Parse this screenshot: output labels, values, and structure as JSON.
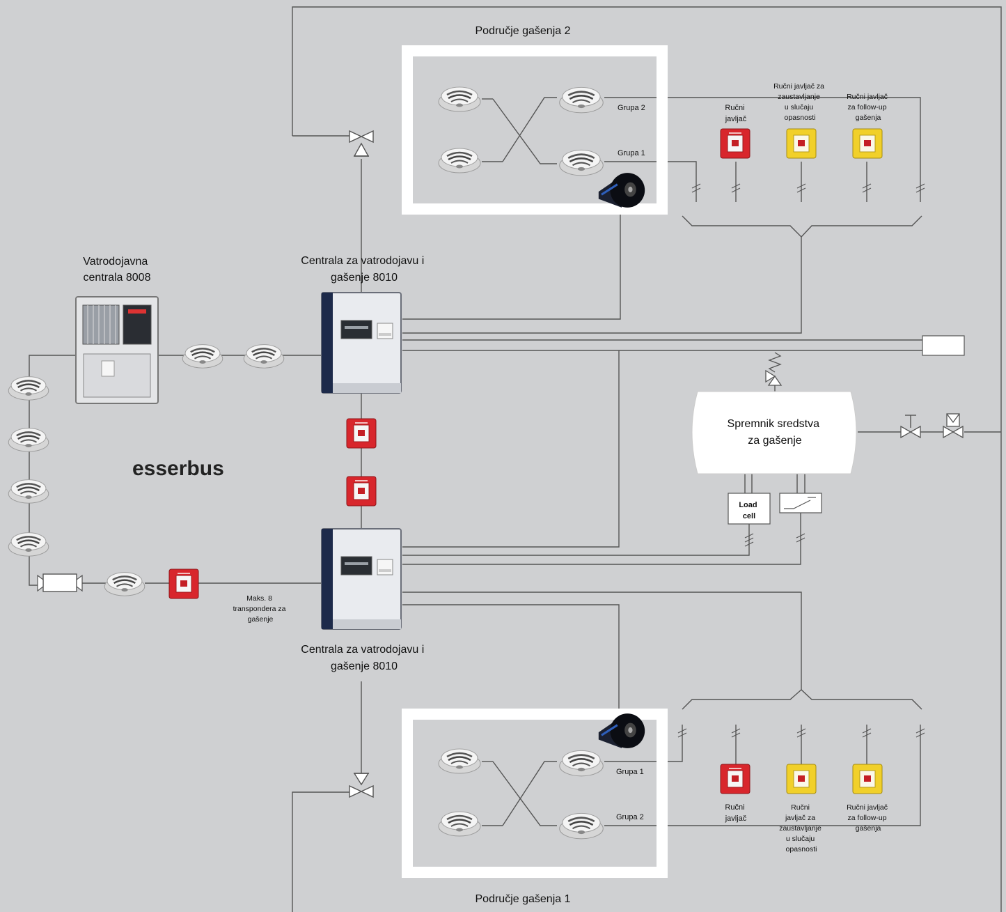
{
  "zones": {
    "zone_top": "Područje gašenja 2",
    "zone_bottom": "Područje gašenja 1"
  },
  "panels": {
    "fire_panel_line1": "Vatrodojavna",
    "fire_panel_line2": "centrala 8008",
    "ext_panel_top_line1": "Centrala za vatrodojavu i",
    "ext_panel_top_line2": "gašenje 8010",
    "ext_panel_bottom_line1": "Centrala za vatrodojavu i",
    "ext_panel_bottom_line2": "gašenje 8010"
  },
  "bus_label": "esserbus",
  "groups": {
    "top_group_2": "Grupa 2",
    "top_group_1": "Grupa 1",
    "bottom_group_1": "Grupa 1",
    "bottom_group_2": "Grupa 2"
  },
  "top_call_points": {
    "manual": [
      "Ručni",
      "javljač"
    ],
    "emergency_stop": [
      "Ručni javljač za",
      "zaustavljanje",
      "u slučaju",
      "opasnosti"
    ],
    "follow_up": [
      "Ručni javljač",
      "za follow-up",
      "gašenja"
    ]
  },
  "bottom_call_points": {
    "manual": [
      "Ručni",
      "javljač"
    ],
    "emergency_stop": [
      "Ručni",
      "javljač za",
      "zaustavljanje",
      "u slučaju",
      "opasnosti"
    ],
    "follow_up": [
      "Ručni javljač",
      "za follow-up",
      "gašenja"
    ]
  },
  "tank": {
    "line1": "Spremnik sredstva",
    "line2": "za gašenje"
  },
  "load_cell": [
    "Load",
    "cell"
  ],
  "transponder_note": [
    "Maks. 8",
    "transpondera za",
    "gašenje"
  ],
  "colors": {
    "background": "#cfd0d2",
    "wire": "#555555",
    "call_point_red": "#d8262c",
    "call_point_yellow": "#f1d02a",
    "zone_border": "#ffffff"
  }
}
